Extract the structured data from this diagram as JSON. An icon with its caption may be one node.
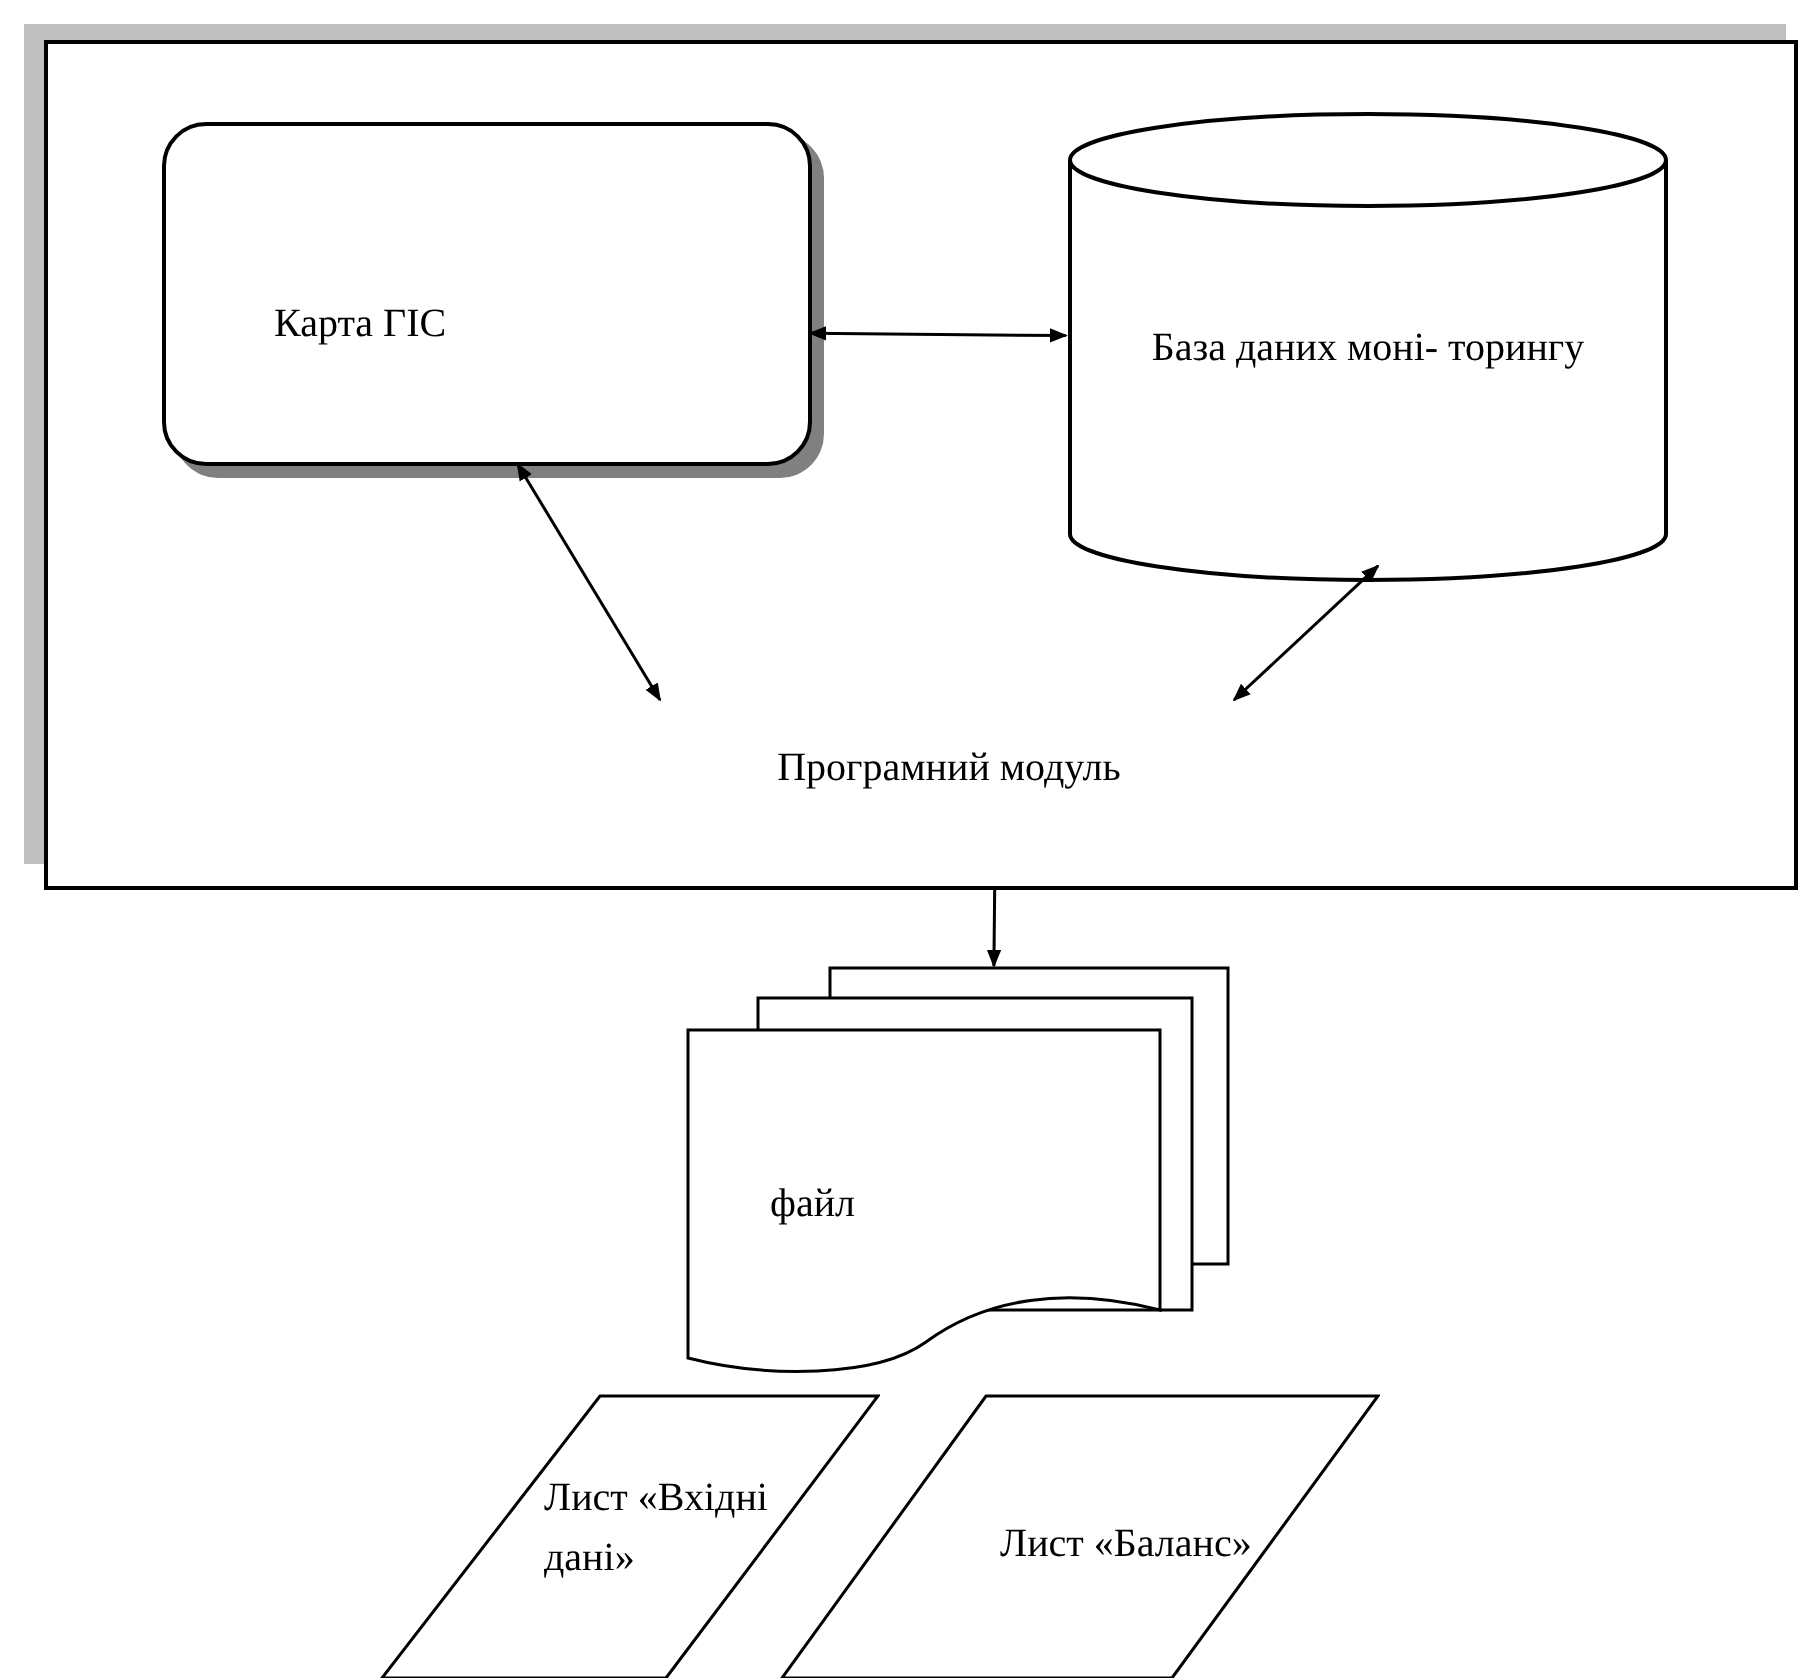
{
  "diagram": {
    "nodes": [
      {
        "text": [],
        "shape": "box"
      },
      {
        "text": [
          "Карта ГІС"
        ],
        "in": 0
      },
      {
        "text": [
          "База даних моні- торингу"
        ],
        "in": 0
      },
      {
        "text": [
          "Програмний модуль"
        ],
        "in": 0
      },
      {
        "text": [
          "файл"
        ]
      },
      {
        "text": [
          "Лист «Вхідні дані»"
        ]
      },
      {
        "text": [
          "Лист «Баланс»"
        ]
      }
    ],
    "edges": [
      {
        "from": 1,
        "to": 2,
        "arrow": "both"
      },
      {
        "from": 1,
        "to": 3,
        "arrow": "both"
      },
      {
        "from": 2,
        "to": 3,
        "arrow": "both"
      },
      {
        "from": 0,
        "to": 4,
        "arrow": "to"
      }
    ]
  }
}
